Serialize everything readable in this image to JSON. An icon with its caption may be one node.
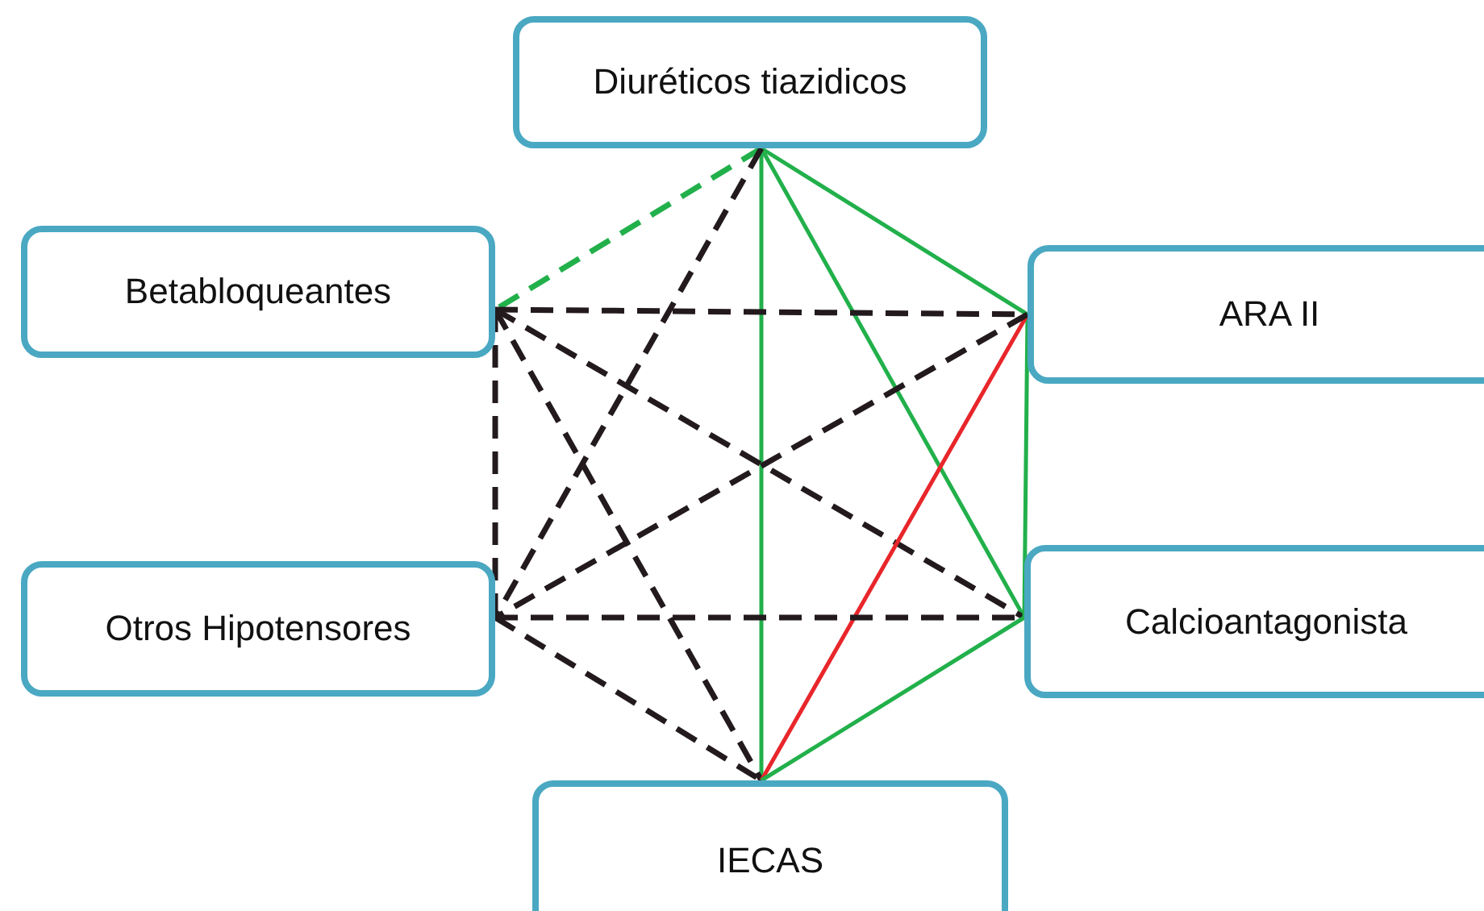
{
  "diagram": {
    "nodes": [
      {
        "text": [
          "Diuréticos tiazidicos"
        ]
      },
      {
        "text": [
          "Betabloqueantes"
        ]
      },
      {
        "text": [
          "ARA II"
        ]
      },
      {
        "text": [
          "Otros Hipotensores"
        ]
      },
      {
        "text": [
          "Calcioantagonista"
        ]
      },
      {
        "text": [
          "IECAS"
        ]
      }
    ],
    "edges": [
      {
        "from": 0,
        "to": 1,
        "arrow": "none",
        "style": "dashed",
        "color": "#22b04b"
      },
      {
        "from": 0,
        "to": 2,
        "arrow": "none",
        "color": "#22b04b"
      },
      {
        "from": 0,
        "to": 4,
        "arrow": "none",
        "color": "#22b04b"
      },
      {
        "from": 0,
        "to": 5,
        "arrow": "none",
        "color": "#22b04b"
      },
      {
        "from": 0,
        "to": 3,
        "arrow": "none",
        "style": "dashed"
      },
      {
        "from": 1,
        "to": 2,
        "arrow": "none",
        "style": "dashed"
      },
      {
        "from": 1,
        "to": 3,
        "arrow": "none",
        "style": "dashed"
      },
      {
        "from": 1,
        "to": 4,
        "arrow": "none",
        "style": "dashed"
      },
      {
        "from": 1,
        "to": 5,
        "arrow": "none",
        "style": "dashed"
      },
      {
        "from": 2,
        "to": 4,
        "arrow": "none",
        "color": "#22b04b"
      },
      {
        "from": 2,
        "to": 5,
        "arrow": "none",
        "color": "#e8262b"
      },
      {
        "from": 2,
        "to": 3,
        "arrow": "none",
        "style": "dashed"
      },
      {
        "from": 3,
        "to": 4,
        "arrow": "none",
        "style": "dashed"
      },
      {
        "from": 3,
        "to": 5,
        "arrow": "none",
        "style": "dashed"
      },
      {
        "from": 4,
        "to": 5,
        "arrow": "none",
        "color": "#22b04b"
      }
    ]
  }
}
